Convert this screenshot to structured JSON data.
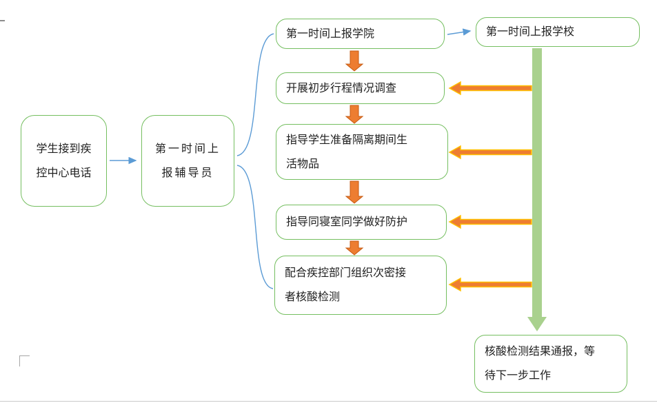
{
  "colors": {
    "box-border": "#74BE5F",
    "connector-blue": "#5B9BD5",
    "arrow-orange": "#ED7D31",
    "arrow-orange-dark": "#C55A11",
    "arrow-orange-outline": "#FFC000",
    "arrow-green": "#A9D18E",
    "text": "#1f1f1f"
  },
  "nodes": {
    "start": {
      "lines": [
        "学生接到疾",
        "控中心电话"
      ]
    },
    "counselor": {
      "lines": [
        "第一时间上",
        "报辅导员"
      ]
    },
    "college": {
      "lines": [
        "第一时间上报学院"
      ]
    },
    "invest": {
      "lines": [
        "开展初步行程情况调查"
      ]
    },
    "supplies": {
      "lines": [
        "指导学生准备隔离期间生",
        "活物品"
      ]
    },
    "roommates": {
      "lines": [
        "指导同寝室同学做好防护"
      ]
    },
    "testing": {
      "lines": [
        "配合疾控部门组织次密接",
        "者核酸检测"
      ]
    },
    "school": {
      "lines": [
        "第一时间上报学校"
      ]
    },
    "result": {
      "lines": [
        "核酸检测结果通报，等",
        "待下一步工作"
      ]
    }
  }
}
